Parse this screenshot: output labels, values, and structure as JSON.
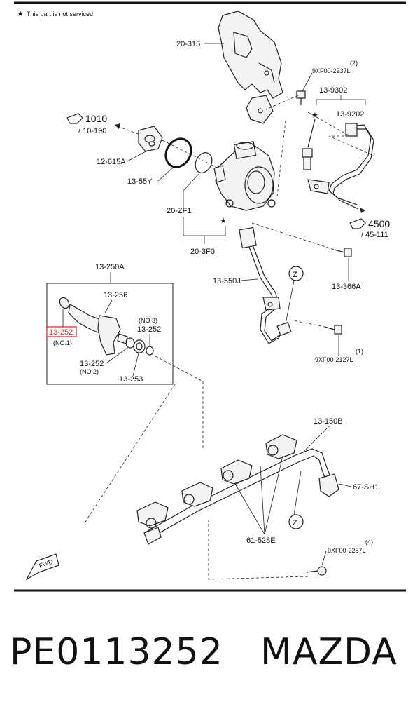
{
  "notice": {
    "symbol": "★",
    "text": "This part is not serviced"
  },
  "labels": {
    "p20_315": "20-315",
    "p9xf00_2237l": "9XF00-2237L",
    "p9xf00_2237l_qty": "(2)",
    "p13_9302": "13-9302",
    "p13_9202": "13-9202",
    "ref1010": "1010",
    "ref1010_sub": "/ 10-190",
    "p12_615a": "12-615A",
    "p13_55y": "13-55Y",
    "p20_zf1": "20-ZF1",
    "p20_3f0": "20-3F0",
    "ref4500": "4500",
    "ref4500_sub": "/ 45-111",
    "p13_250a": "13-250A",
    "p13_256": "13-256",
    "p13_252_no1": "13-252",
    "no1": "(NO.1)",
    "no3": "(NO 3)",
    "p13_252_no3": "13-252",
    "p13_252_no2": "13-252",
    "no2": "(NO 2)",
    "p13_253": "13-253",
    "p13_550j": "13-550J",
    "z1": "Z",
    "p13_366a": "13-366A",
    "p9xf00_2127l": "9XF00-2127L",
    "p9xf00_2127l_qty": "(1)",
    "p13_150b": "13-150B",
    "p67_sh1": "67-SH1",
    "z2": "Z",
    "p61_528e": "61-528E",
    "p9xf00_2257l": "9XF00-2257L",
    "p9xf00_2257l_qty": "(4)",
    "fwd": "FWD"
  },
  "footer": {
    "part_number": "PE0113252",
    "brand": "MAZDA"
  },
  "colors": {
    "highlight": "#e0202a",
    "line": "#222222"
  }
}
